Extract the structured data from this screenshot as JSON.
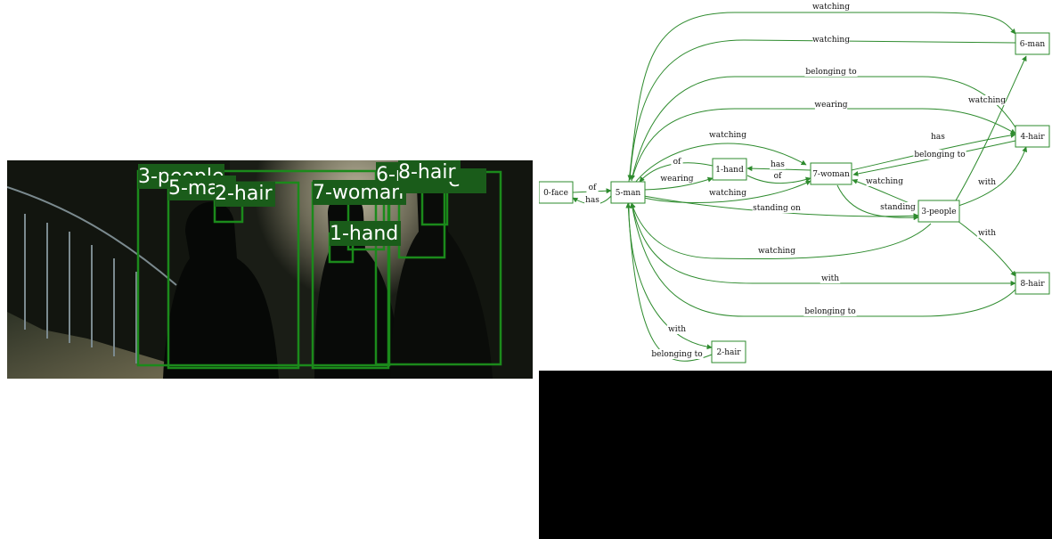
{
  "colors": {
    "box_stroke": "#1b8a1b",
    "label_bg": "#1a5c1a",
    "edge": "#2e8b2e",
    "node_border": "#2e8b2e"
  },
  "detections": [
    {
      "id": "det-3-people",
      "label": "3-people"
    },
    {
      "id": "det-5-man",
      "label": "5-man"
    },
    {
      "id": "det-2-hair",
      "label": "2-hair"
    },
    {
      "id": "det-7-woman",
      "label": "7-woman"
    },
    {
      "id": "det-6-man",
      "label": "6-man"
    },
    {
      "id": "det-8-hair",
      "label": "8-hair"
    },
    {
      "id": "det-0-face",
      "label": "0-face"
    },
    {
      "id": "det-1-hand",
      "label": "1-hand"
    },
    {
      "id": "det-4-hair",
      "label": "4-hair"
    }
  ],
  "graph": {
    "nodes": [
      {
        "id": "0-face",
        "label": "0-face"
      },
      {
        "id": "5-man",
        "label": "5-man"
      },
      {
        "id": "1-hand",
        "label": "1-hand"
      },
      {
        "id": "7-woman",
        "label": "7-woman"
      },
      {
        "id": "3-people",
        "label": "3-people"
      },
      {
        "id": "6-man",
        "label": "6-man"
      },
      {
        "id": "4-hair",
        "label": "4-hair"
      },
      {
        "id": "8-hair",
        "label": "8-hair"
      },
      {
        "id": "2-hair",
        "label": "2-hair"
      }
    ],
    "edges": [
      {
        "from": "5-man",
        "to": "6-man",
        "label": "watching"
      },
      {
        "from": "6-man",
        "to": "5-man",
        "label": "watching"
      },
      {
        "from": "4-hair",
        "to": "5-man",
        "label": "belonging to"
      },
      {
        "from": "5-man",
        "to": "4-hair",
        "label": "wearing"
      },
      {
        "from": "3-people",
        "to": "6-man",
        "label": "watching"
      },
      {
        "from": "5-man",
        "to": "7-woman",
        "label": "watching"
      },
      {
        "from": "7-woman",
        "to": "4-hair",
        "label": "has"
      },
      {
        "from": "4-hair",
        "to": "7-woman",
        "label": "belonging to"
      },
      {
        "from": "1-hand",
        "to": "5-man",
        "label": "of"
      },
      {
        "from": "7-woman",
        "to": "1-hand",
        "label": "has"
      },
      {
        "from": "1-hand",
        "to": "7-woman",
        "label": "of"
      },
      {
        "from": "5-man",
        "to": "1-hand",
        "label": "wearing"
      },
      {
        "from": "0-face",
        "to": "5-man",
        "label": "of"
      },
      {
        "from": "5-man",
        "to": "0-face",
        "label": "has"
      },
      {
        "from": "5-man",
        "to": "7-woman",
        "label": "watching"
      },
      {
        "from": "3-people",
        "to": "7-woman",
        "label": "watching"
      },
      {
        "from": "7-woman",
        "to": "3-people",
        "label": "standing on"
      },
      {
        "from": "5-man",
        "to": "3-people",
        "label": "standing on"
      },
      {
        "from": "3-people",
        "to": "4-hair",
        "label": "with"
      },
      {
        "from": "3-people",
        "to": "8-hair",
        "label": "with"
      },
      {
        "from": "3-people",
        "to": "5-man",
        "label": "watching"
      },
      {
        "from": "5-man",
        "to": "8-hair",
        "label": "with"
      },
      {
        "from": "8-hair",
        "to": "5-man",
        "label": "belonging to"
      },
      {
        "from": "5-man",
        "to": "2-hair",
        "label": "with"
      },
      {
        "from": "2-hair",
        "to": "5-man",
        "label": "belonging to"
      }
    ]
  }
}
